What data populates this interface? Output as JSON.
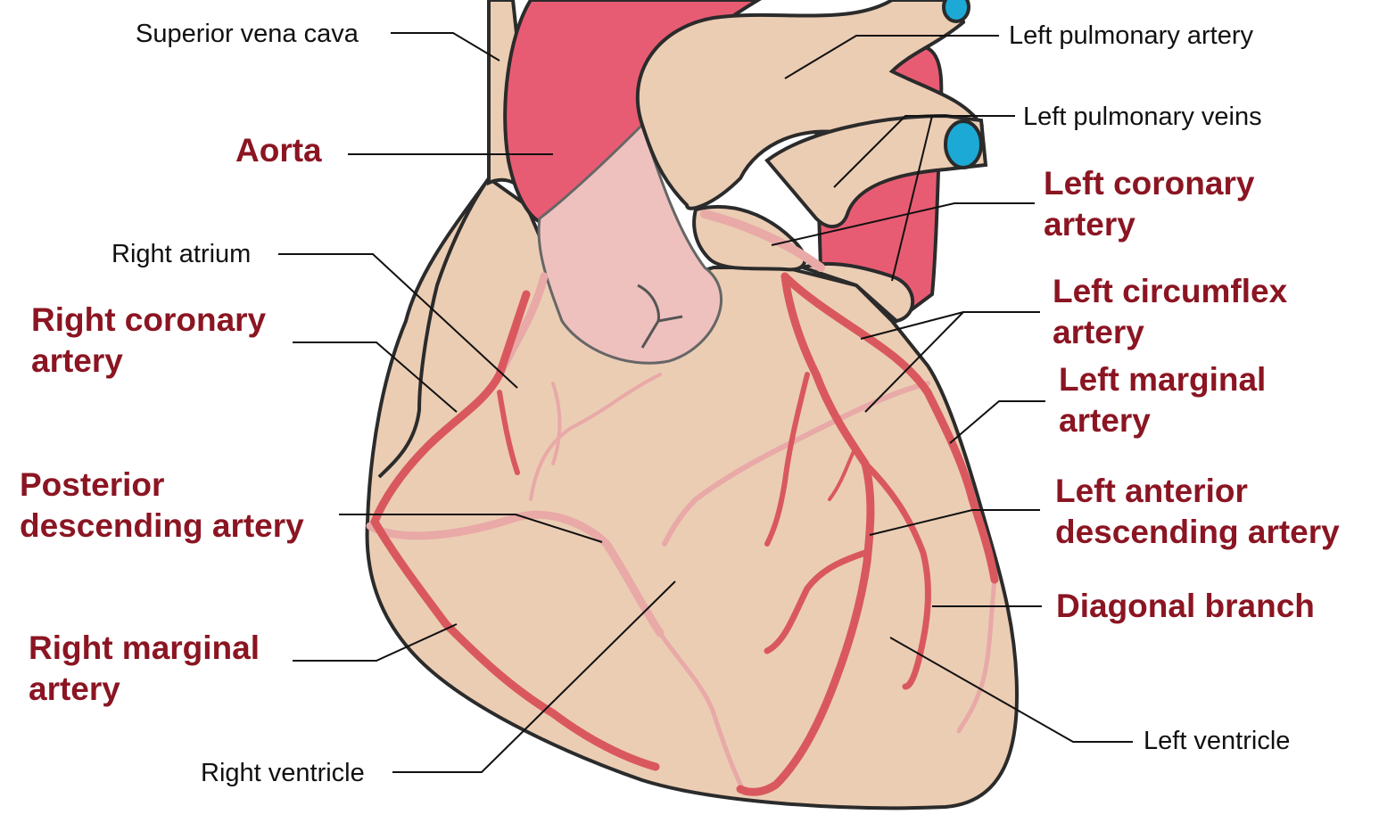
{
  "colors": {
    "heart_fill": "#EBCDB4",
    "heart_outline": "#2b2b2b",
    "aorta": "#E85C73",
    "aorta_root": "#EEC1BE",
    "artery_front": "#D9585E",
    "artery_back": "#E8A9A7",
    "vessel_lumen": "#1CA9D6",
    "major_label": "#8B1522",
    "minor_label": "#111111",
    "leader": "#111111"
  },
  "labels": {
    "superior_vena_cava": "Superior vena cava",
    "aorta": "Aorta",
    "right_atrium": "Right atrium",
    "right_coronary_artery_line1": "Right coronary",
    "right_coronary_artery_line2": "artery",
    "posterior_descending_line1": "Posterior",
    "posterior_descending_line2": "descending artery",
    "right_marginal_line1": "Right marginal",
    "right_marginal_line2": "artery",
    "right_ventricle": "Right ventricle",
    "left_pulmonary_artery": "Left pulmonary artery",
    "left_pulmonary_veins": "Left pulmonary veins",
    "left_coronary_line1": "Left coronary",
    "left_coronary_line2": "artery",
    "left_circumflex_line1": "Left circumflex",
    "left_circumflex_line2": "artery",
    "left_marginal_line1": "Left marginal",
    "left_marginal_line2": "artery",
    "lad_line1": "Left anterior",
    "lad_line2": "descending artery",
    "diagonal_branch": "Diagonal branch",
    "left_ventricle": "Left ventricle"
  }
}
